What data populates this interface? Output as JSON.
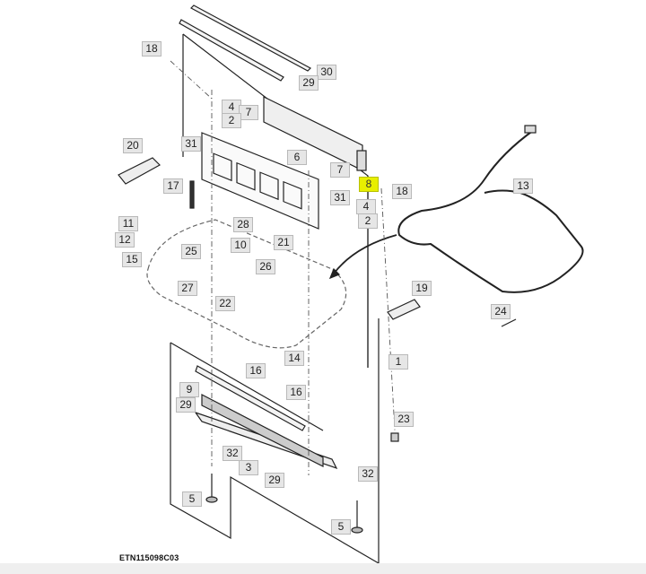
{
  "diagram": {
    "figure_id": "ETN115098C03",
    "highlight_color": "#e8ef00",
    "callouts": [
      {
        "id": "c18a",
        "label": "18"
      },
      {
        "id": "c30",
        "label": "30"
      },
      {
        "id": "c29a",
        "label": "29"
      },
      {
        "id": "c4a",
        "label": "4"
      },
      {
        "id": "c7a",
        "label": "7"
      },
      {
        "id": "c2a",
        "label": "2"
      },
      {
        "id": "c20",
        "label": "20"
      },
      {
        "id": "c31a",
        "label": "31"
      },
      {
        "id": "c6",
        "label": "6"
      },
      {
        "id": "c7b",
        "label": "7"
      },
      {
        "id": "c8",
        "label": "8",
        "highlighted": true
      },
      {
        "id": "c18b",
        "label": "18"
      },
      {
        "id": "c17",
        "label": "17"
      },
      {
        "id": "c31b",
        "label": "31"
      },
      {
        "id": "c4b",
        "label": "4"
      },
      {
        "id": "c2b",
        "label": "2"
      },
      {
        "id": "c13",
        "label": "13"
      },
      {
        "id": "c11",
        "label": "11"
      },
      {
        "id": "c28",
        "label": "28"
      },
      {
        "id": "c12",
        "label": "12"
      },
      {
        "id": "c10",
        "label": "10"
      },
      {
        "id": "c21",
        "label": "21"
      },
      {
        "id": "c25",
        "label": "25"
      },
      {
        "id": "c15",
        "label": "15"
      },
      {
        "id": "c26",
        "label": "26"
      },
      {
        "id": "c27",
        "label": "27"
      },
      {
        "id": "c19",
        "label": "19"
      },
      {
        "id": "c22",
        "label": "22"
      },
      {
        "id": "c24",
        "label": "24"
      },
      {
        "id": "c14",
        "label": "14"
      },
      {
        "id": "c1",
        "label": "1"
      },
      {
        "id": "c16a",
        "label": "16"
      },
      {
        "id": "c16b",
        "label": "16"
      },
      {
        "id": "c9",
        "label": "9"
      },
      {
        "id": "c29b",
        "label": "29"
      },
      {
        "id": "c23",
        "label": "23"
      },
      {
        "id": "c32a",
        "label": "32"
      },
      {
        "id": "c3",
        "label": "3"
      },
      {
        "id": "c32b",
        "label": "32"
      },
      {
        "id": "c29c",
        "label": "29"
      },
      {
        "id": "c5a",
        "label": "5"
      },
      {
        "id": "c5b",
        "label": "5"
      }
    ]
  }
}
